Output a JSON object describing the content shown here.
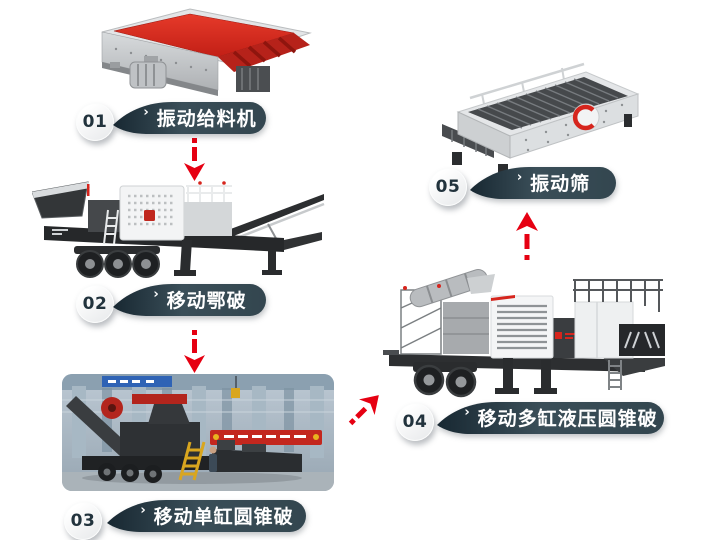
{
  "diagram": {
    "type": "crushing-screening-process-flow",
    "chevron": "›",
    "steps": [
      {
        "number": "01",
        "label": "振动给料机"
      },
      {
        "number": "02",
        "label": "移动鄂破"
      },
      {
        "number": "03",
        "label": "移动单缸圆锥破"
      },
      {
        "number": "04",
        "label": "移动多缸液压圆锥破"
      },
      {
        "number": "05",
        "label": "振动筛"
      }
    ],
    "arrows": [
      {
        "name": "arrow-step1-to-step2",
        "direction": "down",
        "style": "dashed"
      },
      {
        "name": "arrow-step2-to-step3",
        "direction": "down",
        "style": "dashed"
      },
      {
        "name": "arrow-step3-to-step4",
        "direction": "up-right",
        "style": "dashed"
      },
      {
        "name": "arrow-step4-to-step5",
        "direction": "up",
        "style": "dashed"
      }
    ],
    "machines": [
      {
        "step": "01",
        "name": "vibrating-feeder"
      },
      {
        "step": "02",
        "name": "mobile-jaw-crusher"
      },
      {
        "step": "03",
        "name": "mobile-single-cylinder-cone-crusher",
        "media": "factory-photo"
      },
      {
        "step": "04",
        "name": "mobile-multi-cylinder-hydraulic-cone-crusher"
      },
      {
        "step": "05",
        "name": "vibrating-screen"
      }
    ]
  },
  "colors": {
    "background": "#ffffff",
    "banner_dark": "#182832",
    "banner_light": "#3f545e",
    "banner_text": "#ffffff",
    "step_number_text": "#22333d",
    "arrow_red": "#e60012",
    "machine_red": "#d6251d",
    "ladder_yellow": "#d9a61f"
  }
}
